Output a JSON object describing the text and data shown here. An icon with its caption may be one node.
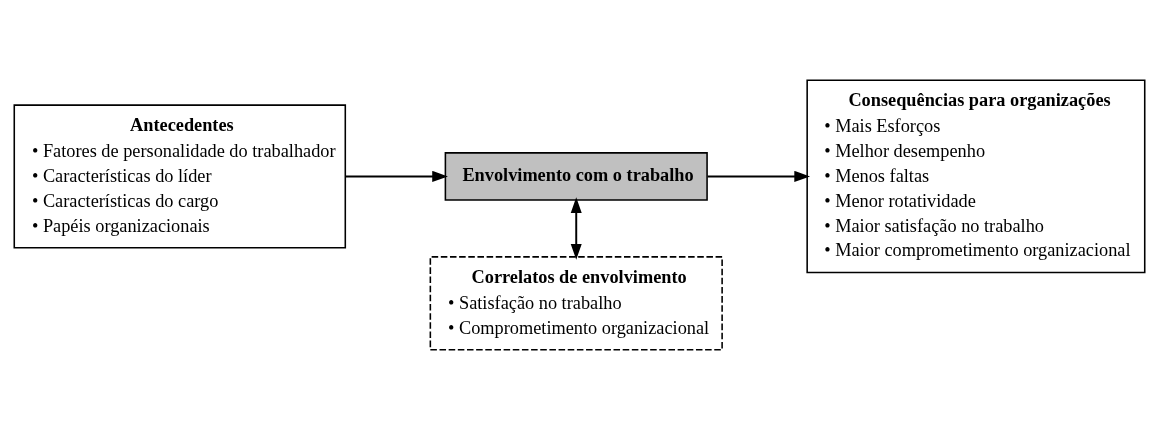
{
  "diagram": {
    "nodes": [
      {
        "text": [
          "Antecedentes",
          "• Fatores de personalidade do trabalhador",
          "• Características do líder",
          "• Características do cargo",
          "• Papéis organizacionais"
        ]
      },
      {
        "text": [
          "Envolvimento com o trabalho"
        ]
      },
      {
        "text": [
          "Consequências para organizações",
          "• Mais Esforços",
          "• Melhor desempenho",
          "• Menos faltas",
          "• Menor rotatividade",
          "• Maior satisfação no trabalho",
          "• Maior comprometimento organizacional"
        ]
      },
      {
        "text": [
          "Correlatos de envolvimento",
          "• Satisfação no trabalho",
          "• Comprometimento organizacional"
        ]
      }
    ],
    "edges": [
      {
        "from": 0,
        "to": 1,
        "arrow": "to"
      },
      {
        "from": 1,
        "to": 2,
        "arrow": "to"
      },
      {
        "from": 1,
        "to": 3,
        "arrow": "both"
      }
    ]
  }
}
